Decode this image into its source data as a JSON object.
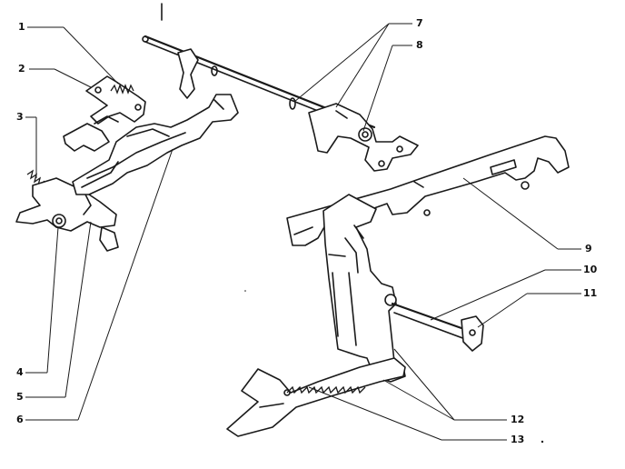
{
  "diagram": {
    "callouts": [
      {
        "id": "1",
        "label": "1"
      },
      {
        "id": "2",
        "label": "2"
      },
      {
        "id": "3",
        "label": "3"
      },
      {
        "id": "4",
        "label": "4"
      },
      {
        "id": "5",
        "label": "5"
      },
      {
        "id": "6",
        "label": "6"
      },
      {
        "id": "7",
        "label": "7"
      },
      {
        "id": "8",
        "label": "8"
      },
      {
        "id": "9",
        "label": "9"
      },
      {
        "id": "10",
        "label": "10"
      },
      {
        "id": "11",
        "label": "11"
      },
      {
        "id": "12",
        "label": "12"
      },
      {
        "id": "13",
        "label": "13"
      }
    ],
    "colors": {
      "ink": "#1a1a1a",
      "paper": "#ffffff"
    }
  }
}
